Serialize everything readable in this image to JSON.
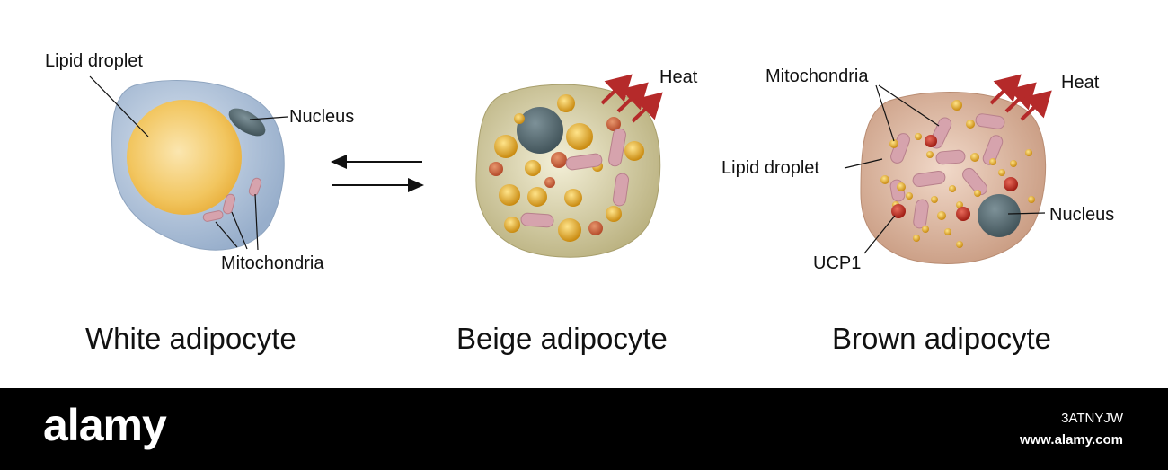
{
  "cells": {
    "white": {
      "title": "White adipocyte",
      "lipid_droplet_label": "Lipid droplet",
      "nucleus_label": "Nucleus",
      "mitochondria_label": "Mitochondria"
    },
    "beige": {
      "title": "Beige adipocyte",
      "heat_label": "Heat"
    },
    "brown": {
      "title": "Brown adipocyte",
      "mitochondria_label": "Mitochondria",
      "heat_label": "Heat",
      "lipid_droplet_label": "Lipid droplet",
      "nucleus_label": "Nucleus",
      "ucp1_label": "UCP1"
    }
  },
  "footer": {
    "brand": "alamy",
    "image_id": "3ATNYJW",
    "site": "www.alamy.com"
  },
  "colors": {
    "white_cell": "#a6b9d0",
    "lipid": "#f0c150",
    "nucleus": "#5a6e75",
    "mitochondria": "#d6a3ad",
    "beige_cell": "#d2ca9e",
    "brown_cell": "#ddb7a0",
    "gold_droplet": "#e0a520",
    "ucp1": "#b01d1d",
    "heat_arrow": "#b52a2a",
    "footer_bg": "#000000"
  },
  "icons": [
    "heat-arrow-icon",
    "double-arrow-icon"
  ]
}
